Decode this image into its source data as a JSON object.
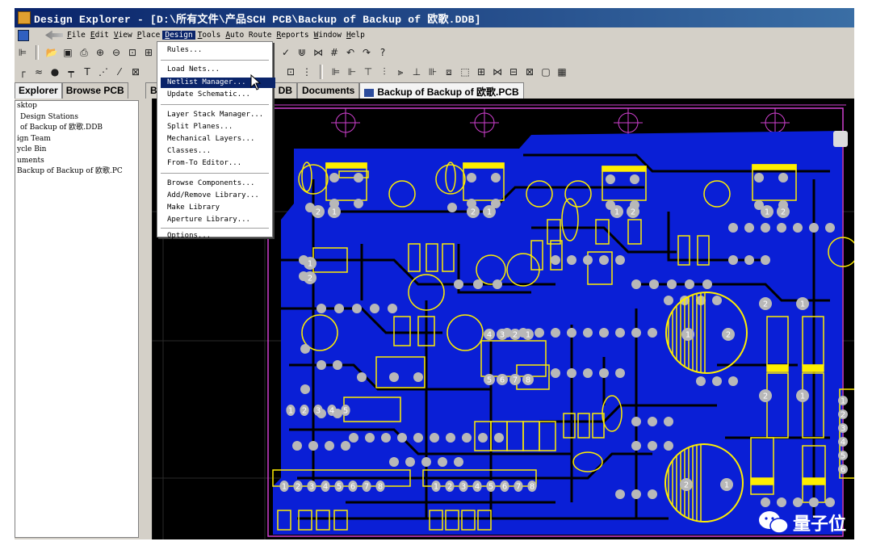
{
  "window": {
    "title": "Design Explorer - [D:\\所有文件\\产品SCH PCB\\Backup of Backup of 欧歌.DDB]"
  },
  "menus": [
    {
      "label": "File",
      "ul": "F",
      "rest": "ile"
    },
    {
      "label": "Edit",
      "ul": "E",
      "rest": "dit"
    },
    {
      "label": "View",
      "ul": "V",
      "rest": "iew"
    },
    {
      "label": "Place",
      "ul": "P",
      "rest": "lace"
    },
    {
      "label": "Design",
      "ul": "D",
      "rest": "esign"
    },
    {
      "label": "Tools",
      "ul": "T",
      "rest": "ools"
    },
    {
      "label": "Auto Route",
      "ul": "A",
      "rest": "uto Route"
    },
    {
      "label": "Reports",
      "ul": "R",
      "rest": "eports"
    },
    {
      "label": "Window",
      "ul": "W",
      "rest": "indow"
    },
    {
      "label": "Help",
      "ul": "H",
      "rest": "elp"
    }
  ],
  "design_menu": {
    "items": [
      {
        "label": "Rules..."
      },
      {
        "label": "Load Nets..."
      },
      {
        "label": "Netlist Manager..."
      },
      {
        "label": "Update Schematic..."
      },
      {
        "label": "Layer Stack Manager..."
      },
      {
        "label": "Split Planes..."
      },
      {
        "label": "Mechanical Layers..."
      },
      {
        "label": "Classes..."
      },
      {
        "label": "From-To Editor..."
      },
      {
        "label": "Browse Components..."
      },
      {
        "label": "Add/Remove Library..."
      },
      {
        "label": "Make Library"
      },
      {
        "label": "Aperture Library..."
      },
      {
        "label": "Options..."
      }
    ]
  },
  "explorer": {
    "tabs": [
      "Explorer",
      "Browse PCB"
    ],
    "tree": [
      "sktop",
      "Design Stations",
      "of Backup of 欧歌.DDB",
      "ign Team",
      "ycle Bin",
      "uments",
      "Backup of Backup of 欧歌.PC"
    ]
  },
  "doc_tabs": [
    "B",
    "DB",
    "Documents",
    "Backup of Backup of 欧歌.PCB"
  ],
  "watermark": {
    "text": "量子位"
  },
  "colors": {
    "board": "#0a1fd6",
    "silkscreen": "#ffee00",
    "pad": "#b8b8b8",
    "pad_text": "#ffffff",
    "track": "#000000",
    "outline": "#d040d0"
  },
  "pad_labels": {
    "row_a": [
      "1",
      "2",
      "3",
      "4",
      "5",
      "6",
      "7",
      "8"
    ],
    "row_b": [
      "1",
      "2",
      "3",
      "4",
      "5",
      "6",
      "7",
      "8"
    ],
    "row_c": [
      "1",
      "2",
      "3",
      "4",
      "5"
    ],
    "row_d": [
      "4",
      "3",
      "2",
      "1"
    ],
    "row_e": [
      "5",
      "6",
      "7",
      "8"
    ],
    "right_col": [
      "1",
      "2",
      "3",
      "4",
      "5",
      "6"
    ],
    "misc": [
      "1",
      "2",
      "2",
      "1",
      "1",
      "2",
      "1",
      "2",
      "1",
      "2",
      "1",
      "2",
      "2",
      "1",
      "2",
      "1",
      "2",
      "1"
    ]
  }
}
